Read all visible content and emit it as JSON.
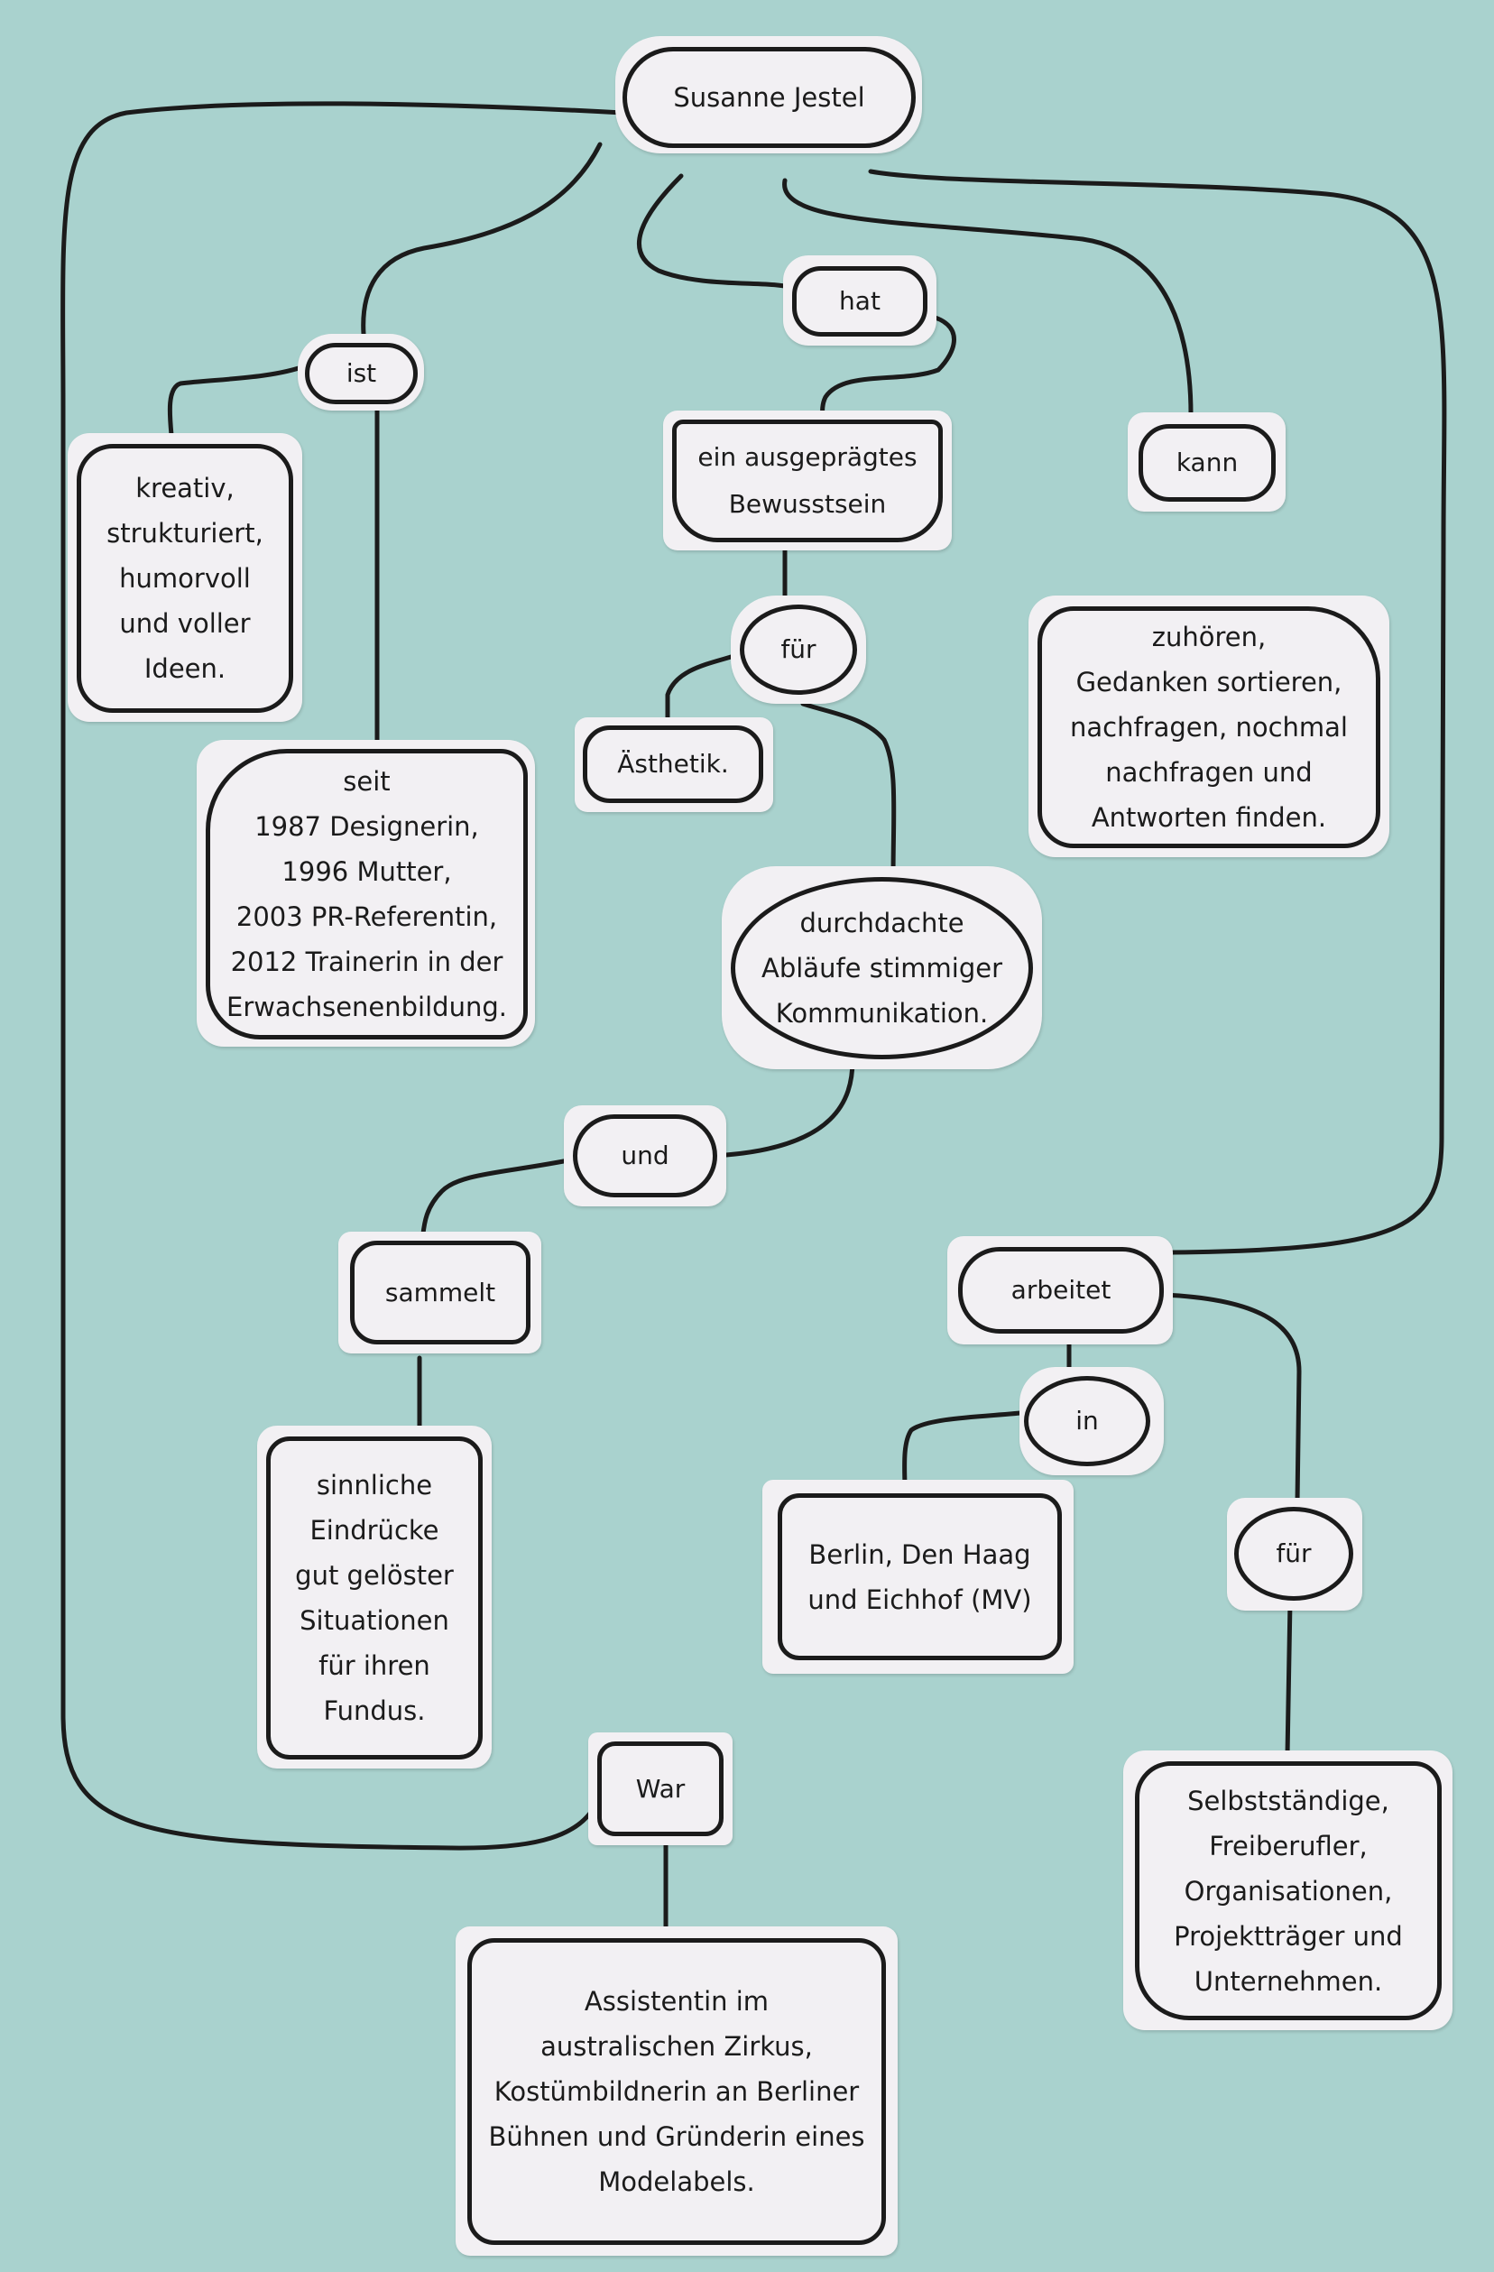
{
  "nodes": {
    "root": "Susanne Jestel",
    "ist": "ist",
    "hat": "hat",
    "kann": "kann",
    "kreativ": "kreativ,\nstrukturiert,\nhumorvoll\nund voller\nIdeen.",
    "seit": "seit\n1987 Designerin,\n1996 Mutter,\n2003 PR-Referentin,\n2012 Trainerin in der\nErwachsenenbildung.",
    "bewusstsein": "ein ausgeprägtes\nBewusstsein",
    "fuer1": "für",
    "aesthetik": "Ästhetik.",
    "durchdachte": "durchdachte\nAbläufe stimmiger\nKommunikation.",
    "und": "und",
    "sammelt": "sammelt",
    "sinnliche": "sinnliche\nEindrücke\ngut gelöster\nSituationen\nfür ihren\nFundus.",
    "zuhoeren": "zuhören,\nGedanken sortieren,\nnachfragen, nochmal\nnachfragen und\nAntworten finden.",
    "arbeitet": "arbeitet",
    "in": "in",
    "berlin": "Berlin, Den Haag\nund Eichhof (MV)",
    "fuer2": "für",
    "selbst": "Selbstständige,\nFreiberufler,\nOrganisationen,\nProjektträger und\nUnternehmen.",
    "war": "War",
    "assistentin": "Assistentin im\naustralischen Zirkus,\nKostümbildnerin an Berliner\nBühnen und Gründerin eines\nModelabels."
  },
  "colors": {
    "background": "#a9d2ce",
    "card": "#f2f0f3",
    "ink": "#1b1b1b"
  }
}
